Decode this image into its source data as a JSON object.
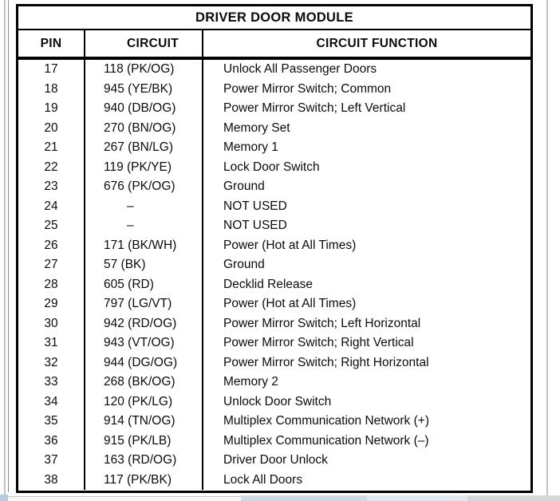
{
  "window": {
    "bottom_strip_colors": [
      "#b6cbdc",
      "#f7f8f8",
      "#ccdae4",
      "#e0e9ef",
      "#d5d8da"
    ],
    "page_edge_color": "#c2c2c2"
  },
  "table": {
    "title": "DRIVER DOOR MODULE",
    "columns": [
      {
        "label": "PIN"
      },
      {
        "label": "CIRCUIT"
      },
      {
        "label": "CIRCUIT FUNCTION"
      }
    ],
    "rows": [
      {
        "pin": "17",
        "circuit": "118 (PK/OG)",
        "function": "Unlock All Passenger Doors"
      },
      {
        "pin": "18",
        "circuit": "945 (YE/BK)",
        "function": "Power Mirror Switch; Common"
      },
      {
        "pin": "19",
        "circuit": "940 (DB/OG)",
        "function": "Power Mirror Switch; Left Vertical"
      },
      {
        "pin": "20",
        "circuit": "270 (BN/OG)",
        "function": "Memory Set"
      },
      {
        "pin": "21",
        "circuit": "267 (BN/LG)",
        "function": "Memory 1"
      },
      {
        "pin": "22",
        "circuit": "119 (PK/YE)",
        "function": "Lock Door Switch"
      },
      {
        "pin": "23",
        "circuit": "676 (PK/OG)",
        "function": "Ground"
      },
      {
        "pin": "24",
        "circuit": "–",
        "function": "NOT USED"
      },
      {
        "pin": "25",
        "circuit": "–",
        "function": "NOT USED"
      },
      {
        "pin": "26",
        "circuit": "171 (BK/WH)",
        "function": "Power (Hot at All Times)"
      },
      {
        "pin": "27",
        "circuit": "57 (BK)",
        "function": "Ground"
      },
      {
        "pin": "28",
        "circuit": "605 (RD)",
        "function": "Decklid Release"
      },
      {
        "pin": "29",
        "circuit": "797 (LG/VT)",
        "function": "Power (Hot at All Times)"
      },
      {
        "pin": "30",
        "circuit": "942 (RD/OG)",
        "function": "Power Mirror Switch; Left Horizontal"
      },
      {
        "pin": "31",
        "circuit": "943 (VT/OG)",
        "function": "Power Mirror Switch; Right Vertical"
      },
      {
        "pin": "32",
        "circuit": "944 (DG/OG)",
        "function": "Power Mirror Switch; Right Horizontal"
      },
      {
        "pin": "33",
        "circuit": "268 (BK/OG)",
        "function": "Memory 2"
      },
      {
        "pin": "34",
        "circuit": "120 (PK/LG)",
        "function": "Unlock Door Switch"
      },
      {
        "pin": "35",
        "circuit": "914 (TN/OG)",
        "function": "Multiplex Communication Network (+)"
      },
      {
        "pin": "36",
        "circuit": "915 (PK/LB)",
        "function": "Multiplex Communication Network (–)"
      },
      {
        "pin": "37",
        "circuit": "163 (RD/OG)",
        "function": "Driver Door Unlock"
      },
      {
        "pin": "38",
        "circuit": "117 (PK/BK)",
        "function": "Lock All Doors"
      }
    ],
    "colors": {
      "border": "#000000",
      "text": "#0b0b0b",
      "paper": "#ffffff"
    }
  }
}
